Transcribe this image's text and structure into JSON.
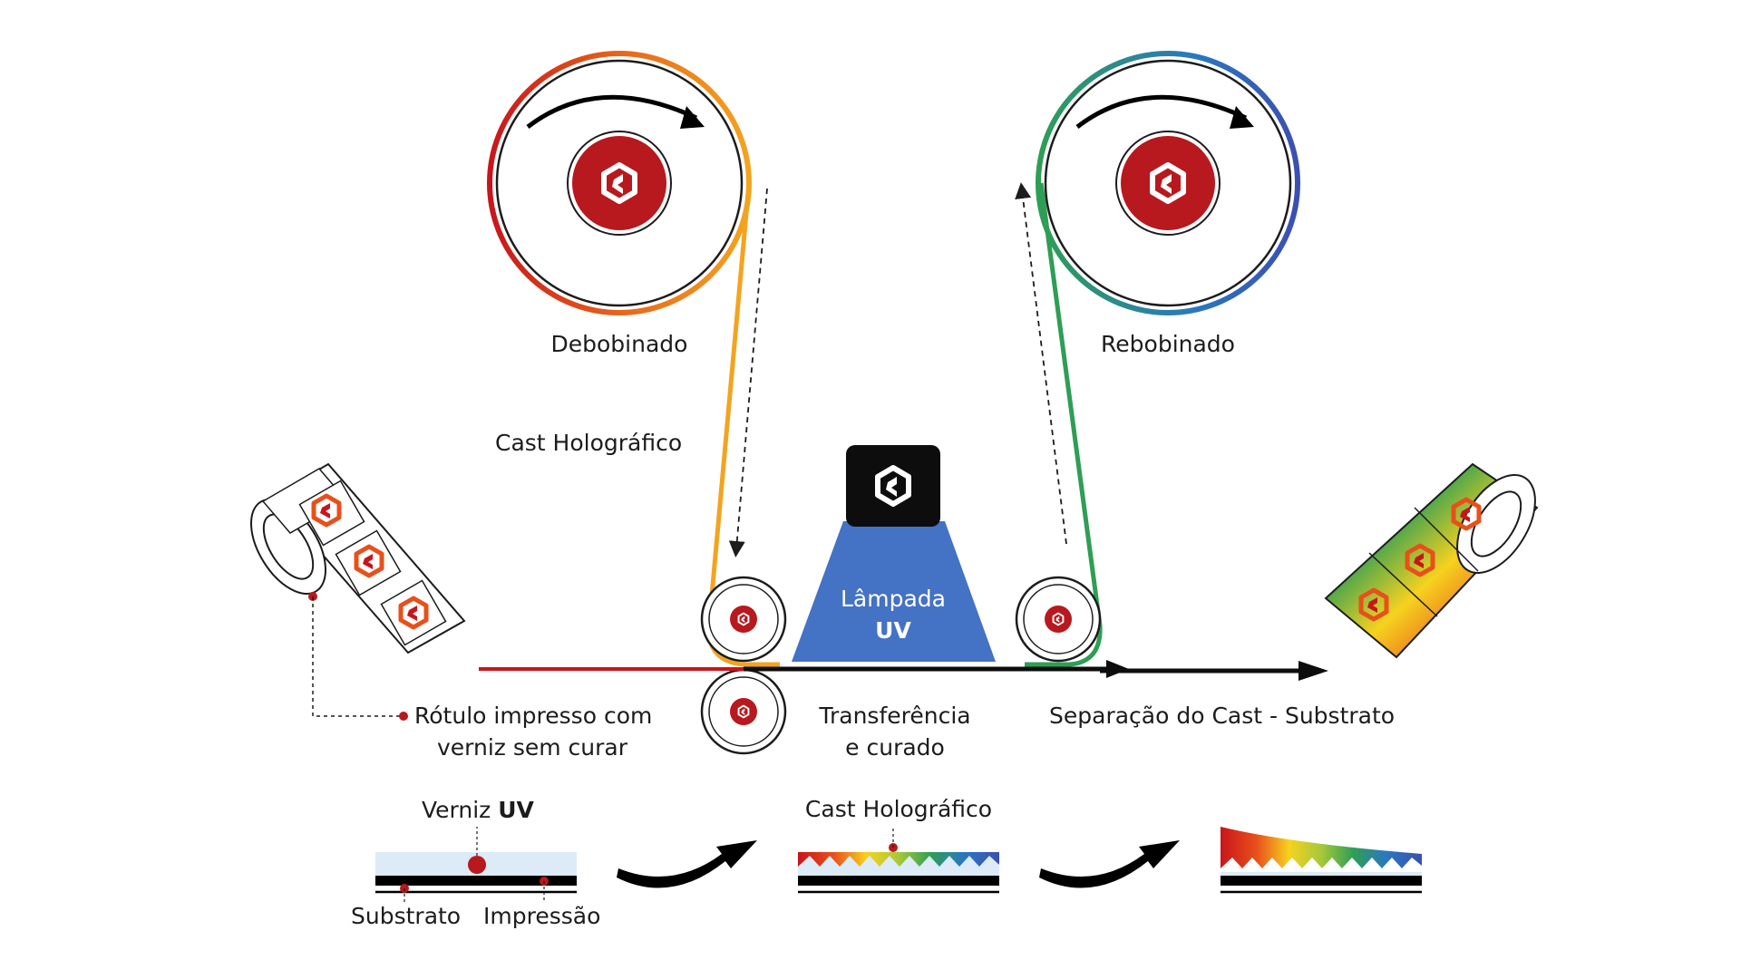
{
  "labels": {
    "unwind": "Debobinado",
    "rewind": "Rebobinado",
    "cast_film": "Cast Holográfico",
    "lamp_line1": "Lâmpada",
    "lamp_line2": "UV",
    "printed_label_line1": "Rótulo impresso com",
    "printed_label_line2": "verniz sem curar",
    "transfer_line1": "Transferência",
    "transfer_line2": "e curado",
    "separation": "Separação do Cast - Substrato",
    "varnish_prefix": "Verniz ",
    "varnish_suffix": "UV",
    "substrate": "Substrato",
    "printing": "Impressão",
    "cast_layer": "Cast Holográfico"
  },
  "icons": {
    "roll_hub": "hexagon-logo-icon",
    "lamp": "hexagon-logo-icon",
    "arrow": "curved-arrow-icon"
  },
  "colors": {
    "hub_red": "#b8191e",
    "lamp_body": "#0d0d0d",
    "light_beam": "#4472c4",
    "varnish": "#dcebf7",
    "substrate": "#000000",
    "rainbow": [
      "#c8151b",
      "#e8501b",
      "#f39c1f",
      "#f6d21f",
      "#a8c83a",
      "#2e9e55",
      "#2a78c0",
      "#3b4fb0"
    ]
  }
}
